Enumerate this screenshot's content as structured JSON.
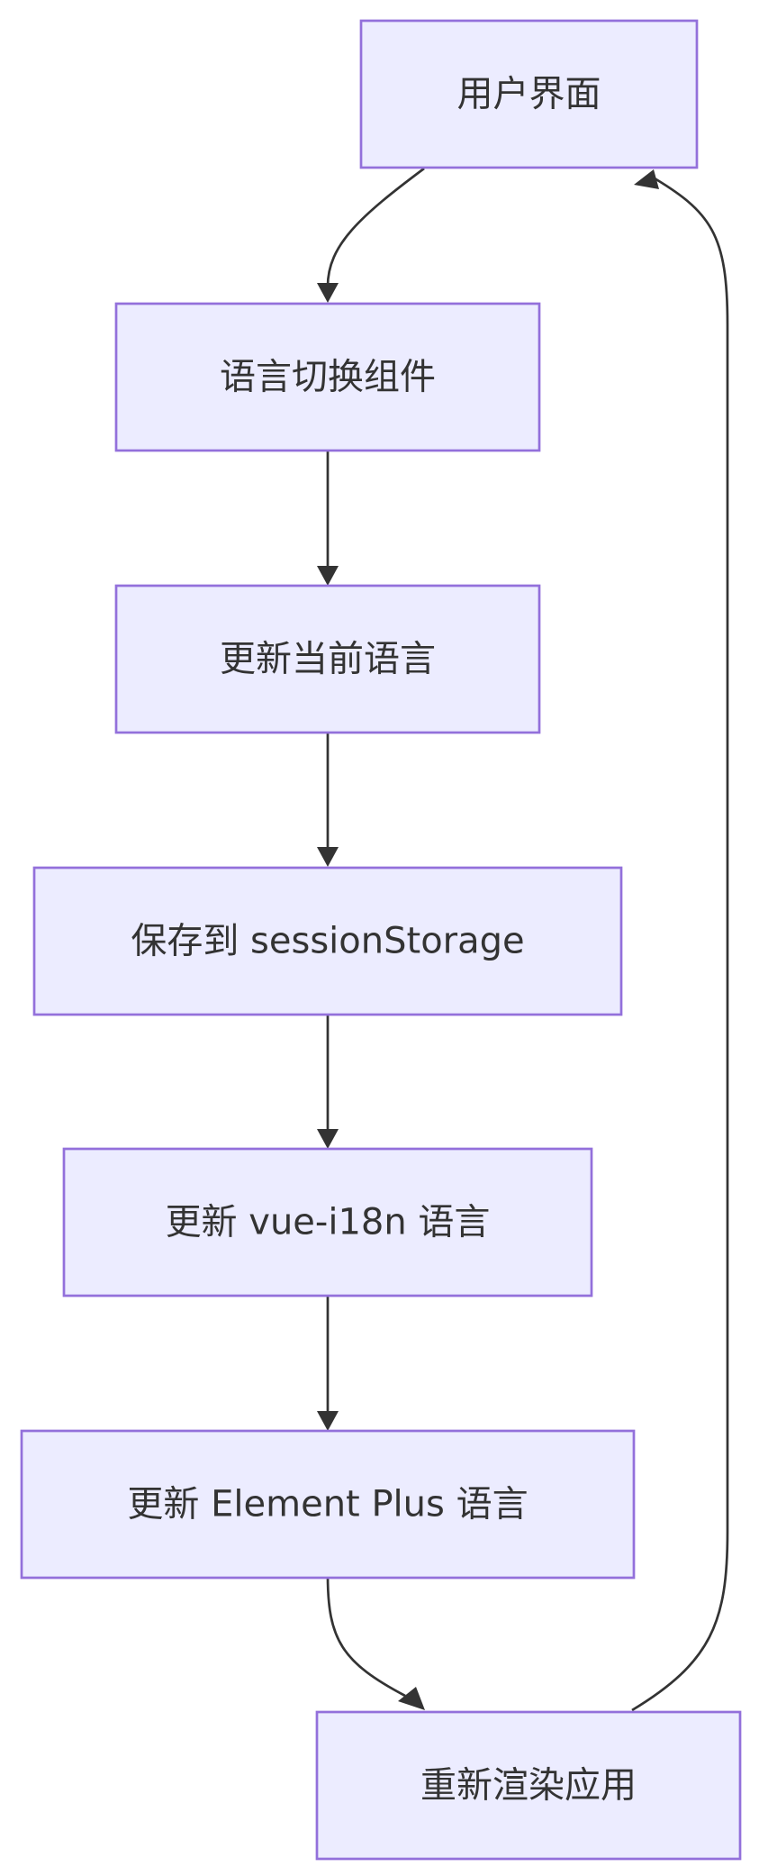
{
  "colors": {
    "node_fill": "#ECECFF",
    "node_border": "#9370DB",
    "edge": "#333333",
    "text": "#333333",
    "background": "#FFFFFF"
  },
  "nodes": {
    "ui": {
      "label": "用户界面"
    },
    "switcher": {
      "label": "语言切换组件"
    },
    "update_current": {
      "label": "更新当前语言"
    },
    "save_session": {
      "label": "保存到 sessionStorage"
    },
    "update_i18n": {
      "label": "更新 vue-i18n 语言"
    },
    "update_element": {
      "label": "更新 Element Plus 语言"
    },
    "rerender": {
      "label": "重新渲染应用"
    }
  },
  "edges": [
    {
      "from": "ui",
      "to": "switcher"
    },
    {
      "from": "switcher",
      "to": "update_current"
    },
    {
      "from": "update_current",
      "to": "save_session"
    },
    {
      "from": "save_session",
      "to": "update_i18n"
    },
    {
      "from": "update_i18n",
      "to": "update_element"
    },
    {
      "from": "update_element",
      "to": "rerender"
    },
    {
      "from": "rerender",
      "to": "ui"
    }
  ]
}
